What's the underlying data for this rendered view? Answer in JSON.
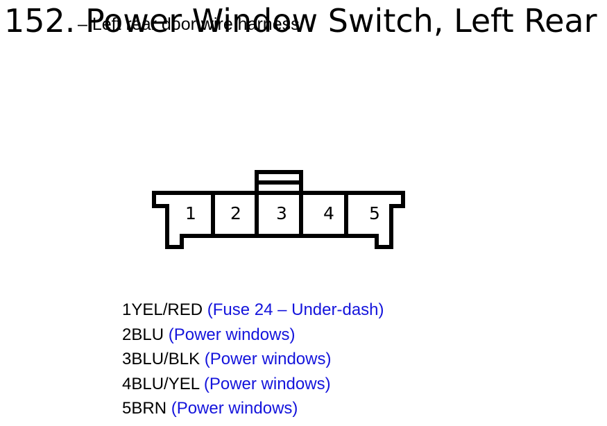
{
  "title": "152. Power Window Switch, Left Rear",
  "subtitle": "– Left rear door wire harness",
  "connector": {
    "pins": [
      "1",
      "2",
      "3",
      "4",
      "5"
    ]
  },
  "pinout": [
    {
      "pin": "1",
      "wire": "YEL/RED",
      "desc": "(Fuse 24 – Under-dash)"
    },
    {
      "pin": "2",
      "wire": "BLU",
      "desc": "(Power windows)"
    },
    {
      "pin": "3",
      "wire": "BLU/BLK",
      "desc": "(Power windows)"
    },
    {
      "pin": "4",
      "wire": "BLU/YEL",
      "desc": "(Power windows)"
    },
    {
      "pin": "5",
      "wire": "BRN",
      "desc": "(Power windows)"
    }
  ],
  "colors": {
    "text": "#000000",
    "description": "#1414dc"
  }
}
